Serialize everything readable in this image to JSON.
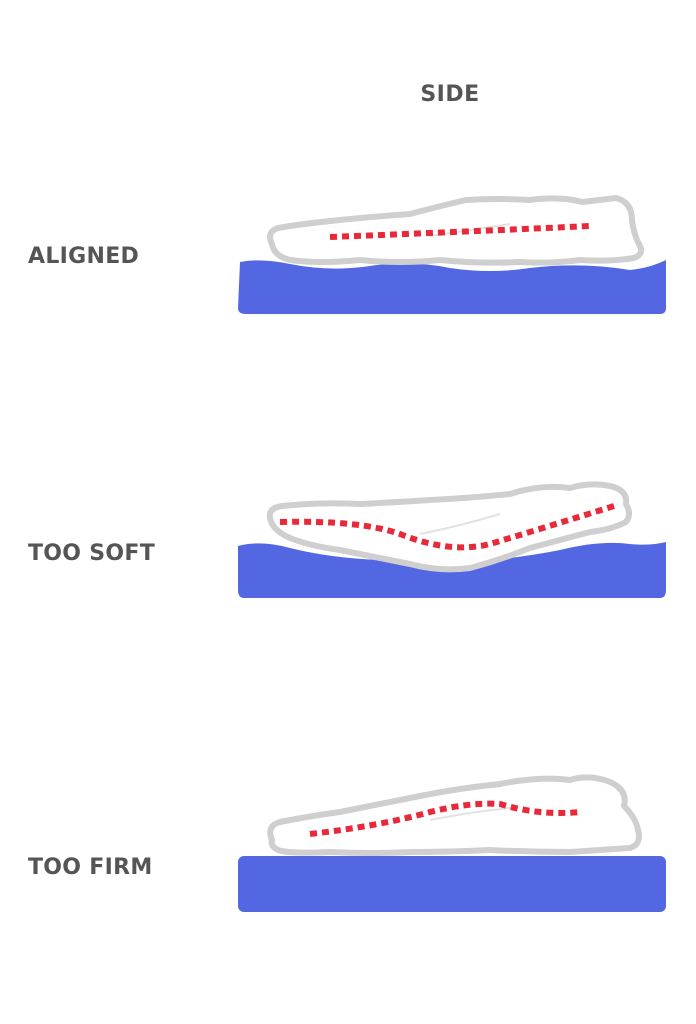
{
  "column_header": "SIDE",
  "rows": [
    {
      "label": "ALIGNED",
      "mattress_state": "flat, gently conforming",
      "spine": "straight"
    },
    {
      "label": "TOO SOFT",
      "mattress_state": "sagging under hips",
      "spine": "sagging curve"
    },
    {
      "label": "TOO FIRM",
      "mattress_state": "rigid, no contouring",
      "spine": "bowed upward"
    }
  ],
  "colors": {
    "mattress": "#5467e3",
    "body_fill": "#ffffff",
    "body_outline": "#cfcfcf",
    "spine_line": "#e8293a",
    "label_text": "#555555"
  },
  "icons": {
    "mattress": "mattress-shape",
    "body": "side-sleeper-figure",
    "spine": "dotted-spine-line"
  }
}
